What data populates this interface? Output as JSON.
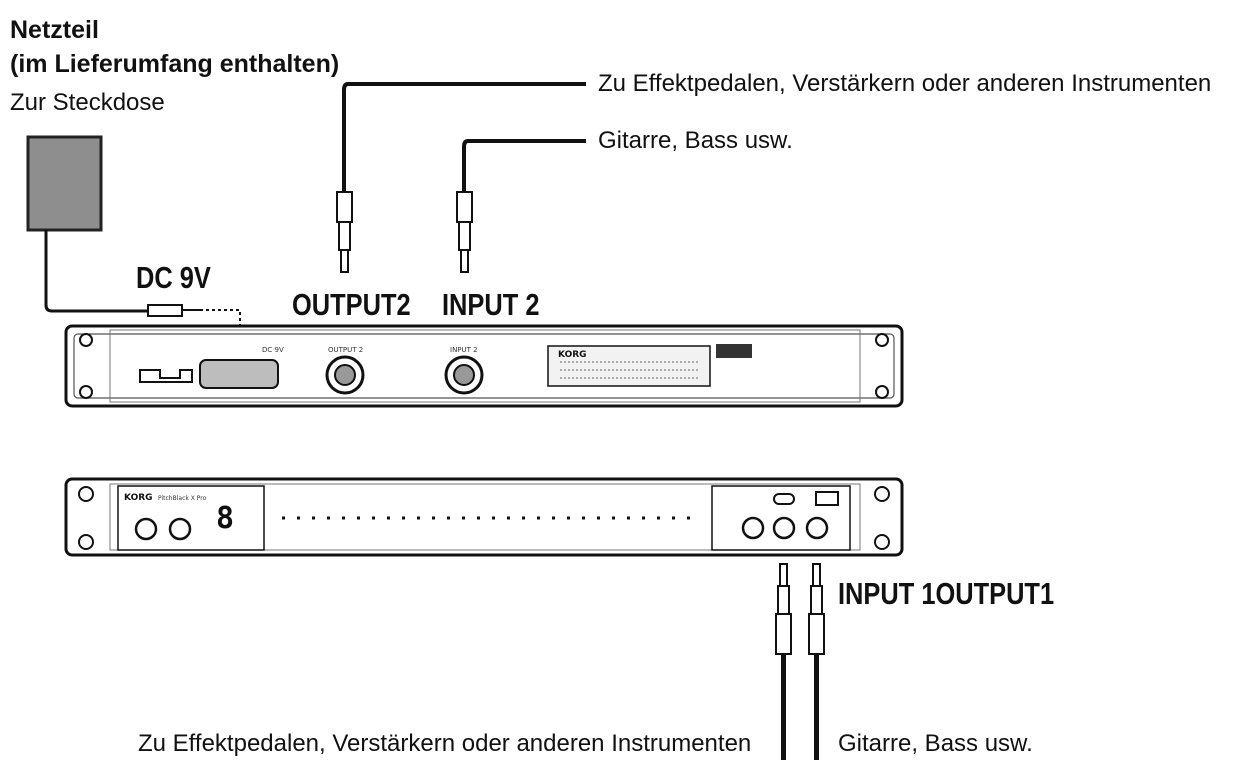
{
  "labels": {
    "adapter_title": "Netzteil",
    "adapter_note": "(im Lieferumfang enthalten)",
    "to_outlet": "Zur Steckdose",
    "dc_label": "DC 9V",
    "output2_label": "OUTPUT2",
    "input2_label": "INPUT 2",
    "top_output_dest": "Zu Effektpedalen, Verstärkern oder anderen Instrumenten",
    "top_input_source": "Gitarre, Bass usw.",
    "input1_output1_label": "INPUT 1OUTPUT1",
    "bottom_output_dest": "Zu Effektpedalen, Verstärkern oder anderen Instrumenten",
    "bottom_input_source": "Gitarre, Bass usw."
  },
  "panel_text": {
    "brand": "KORG",
    "rear_dc": "DC 9V",
    "rear_output": "OUTPUT 2",
    "rear_input": "INPUT 2",
    "front_model": "PitchBlack X Pro"
  }
}
